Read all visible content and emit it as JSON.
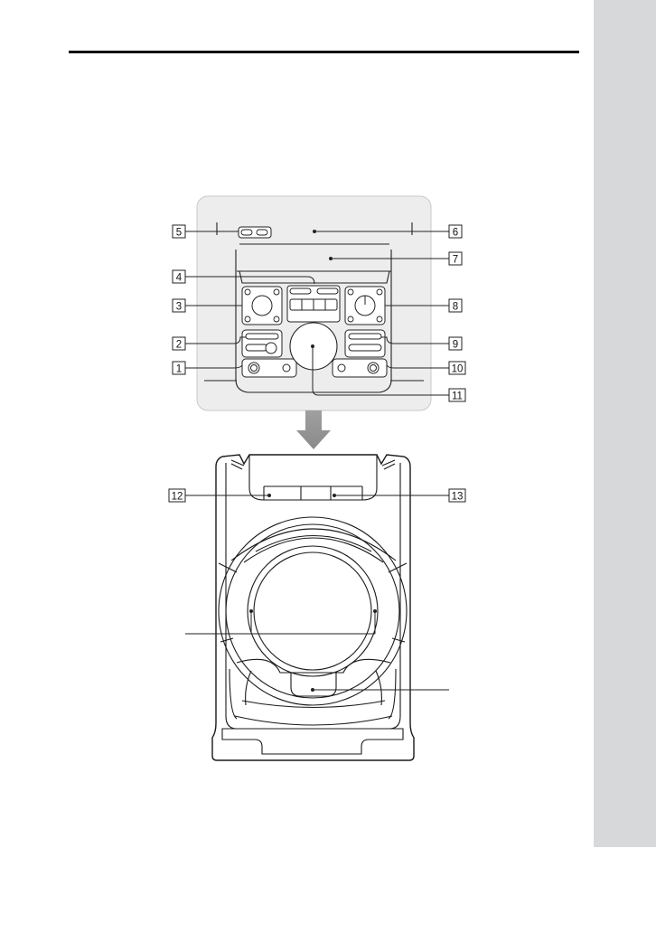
{
  "page": {
    "sidebar_color": "#d7d8da",
    "top_panel_bg": "#ededed"
  },
  "callouts": [
    {
      "id": 1,
      "label": "1"
    },
    {
      "id": 2,
      "label": "2"
    },
    {
      "id": 3,
      "label": "3"
    },
    {
      "id": 4,
      "label": "4"
    },
    {
      "id": 5,
      "label": "5"
    },
    {
      "id": 6,
      "label": "6"
    },
    {
      "id": 7,
      "label": "7"
    },
    {
      "id": 8,
      "label": "8"
    },
    {
      "id": 9,
      "label": "9"
    },
    {
      "id": 10,
      "label": "10"
    },
    {
      "id": 11,
      "label": "11"
    },
    {
      "id": 12,
      "label": "12"
    },
    {
      "id": 13,
      "label": "13"
    }
  ]
}
